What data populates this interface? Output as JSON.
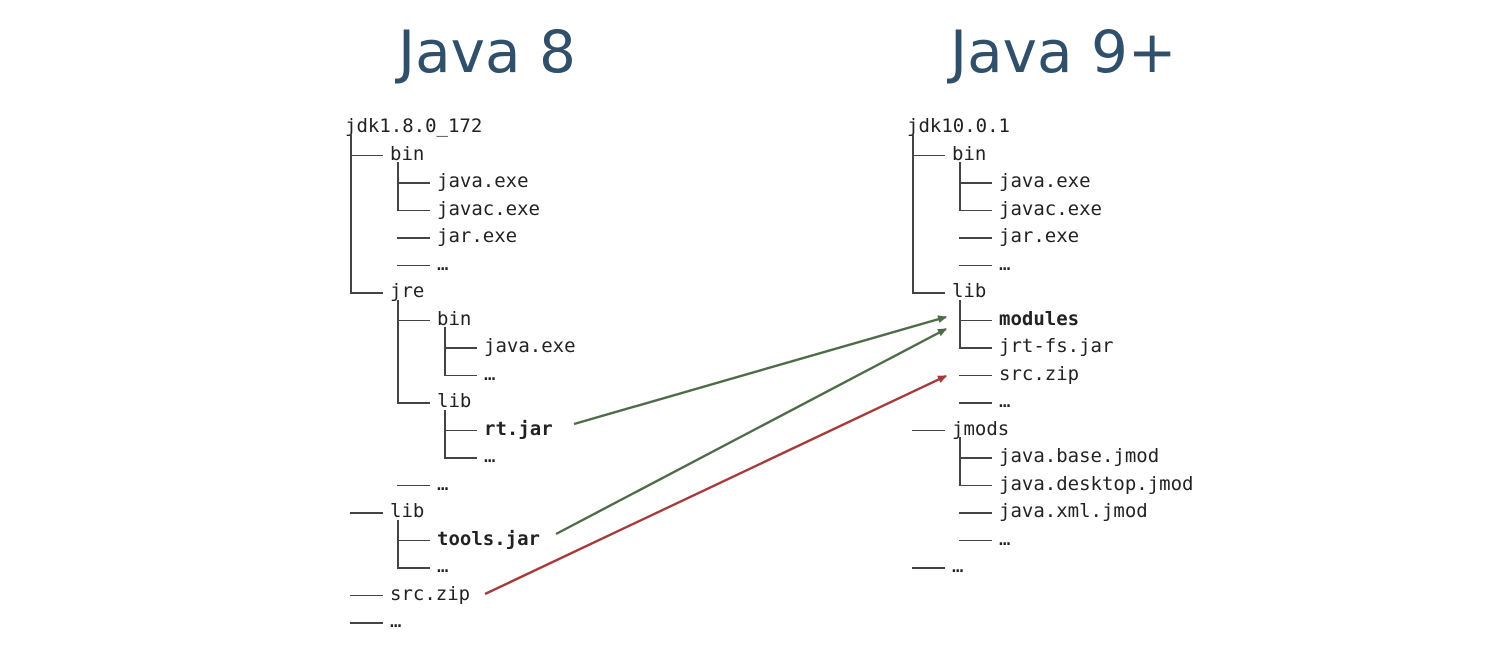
{
  "headings": {
    "left": "Java 8",
    "right": "Java 9+"
  },
  "colors": {
    "heading": "#2f4f6b",
    "arrow_green": "#4e6b48",
    "arrow_red": "#a63a3a"
  },
  "left_tree": {
    "root": "jdk1.8.0_172",
    "items": [
      {
        "label": "bin",
        "depth": 1,
        "bold": false
      },
      {
        "label": "java.exe",
        "depth": 2,
        "bold": false
      },
      {
        "label": "javac.exe",
        "depth": 2,
        "bold": false
      },
      {
        "label": "jar.exe",
        "depth": 2,
        "bold": false
      },
      {
        "label": "…",
        "depth": 2,
        "bold": false
      },
      {
        "label": "jre",
        "depth": 1,
        "bold": false
      },
      {
        "label": "bin",
        "depth": 2,
        "bold": false
      },
      {
        "label": "java.exe",
        "depth": 3,
        "bold": false
      },
      {
        "label": "…",
        "depth": 3,
        "bold": false
      },
      {
        "label": "lib",
        "depth": 2,
        "bold": false
      },
      {
        "label": "rt.jar",
        "depth": 3,
        "bold": true
      },
      {
        "label": "…",
        "depth": 3,
        "bold": false
      },
      {
        "label": "…",
        "depth": 2,
        "bold": false
      },
      {
        "label": "lib",
        "depth": 1,
        "bold": false
      },
      {
        "label": "tools.jar",
        "depth": 2,
        "bold": true
      },
      {
        "label": "…",
        "depth": 2,
        "bold": false
      },
      {
        "label": "src.zip",
        "depth": 1,
        "bold": false
      },
      {
        "label": "…",
        "depth": 1,
        "bold": false
      }
    ]
  },
  "right_tree": {
    "root": "jdk10.0.1",
    "items": [
      {
        "label": "bin",
        "depth": 1,
        "bold": false
      },
      {
        "label": "java.exe",
        "depth": 2,
        "bold": false
      },
      {
        "label": "javac.exe",
        "depth": 2,
        "bold": false
      },
      {
        "label": "jar.exe",
        "depth": 2,
        "bold": false
      },
      {
        "label": "…",
        "depth": 2,
        "bold": false
      },
      {
        "label": "lib",
        "depth": 1,
        "bold": false
      },
      {
        "label": "modules",
        "depth": 2,
        "bold": true
      },
      {
        "label": "jrt-fs.jar",
        "depth": 2,
        "bold": false
      },
      {
        "label": "src.zip",
        "depth": 2,
        "bold": false
      },
      {
        "label": "…",
        "depth": 2,
        "bold": false
      },
      {
        "label": "jmods",
        "depth": 1,
        "bold": false
      },
      {
        "label": "java.base.jmod",
        "depth": 2,
        "bold": false
      },
      {
        "label": "java.desktop.jmod",
        "depth": 2,
        "bold": false
      },
      {
        "label": "java.xml.jmod",
        "depth": 2,
        "bold": false
      },
      {
        "label": "…",
        "depth": 2,
        "bold": false
      },
      {
        "label": "…",
        "depth": 1,
        "bold": false
      }
    ]
  },
  "arrows": [
    {
      "from": "rt.jar",
      "to": "modules",
      "color": "green"
    },
    {
      "from": "tools.jar",
      "to": "modules",
      "color": "green"
    },
    {
      "from": "src.zip",
      "to": "src.zip",
      "color": "red"
    }
  ]
}
